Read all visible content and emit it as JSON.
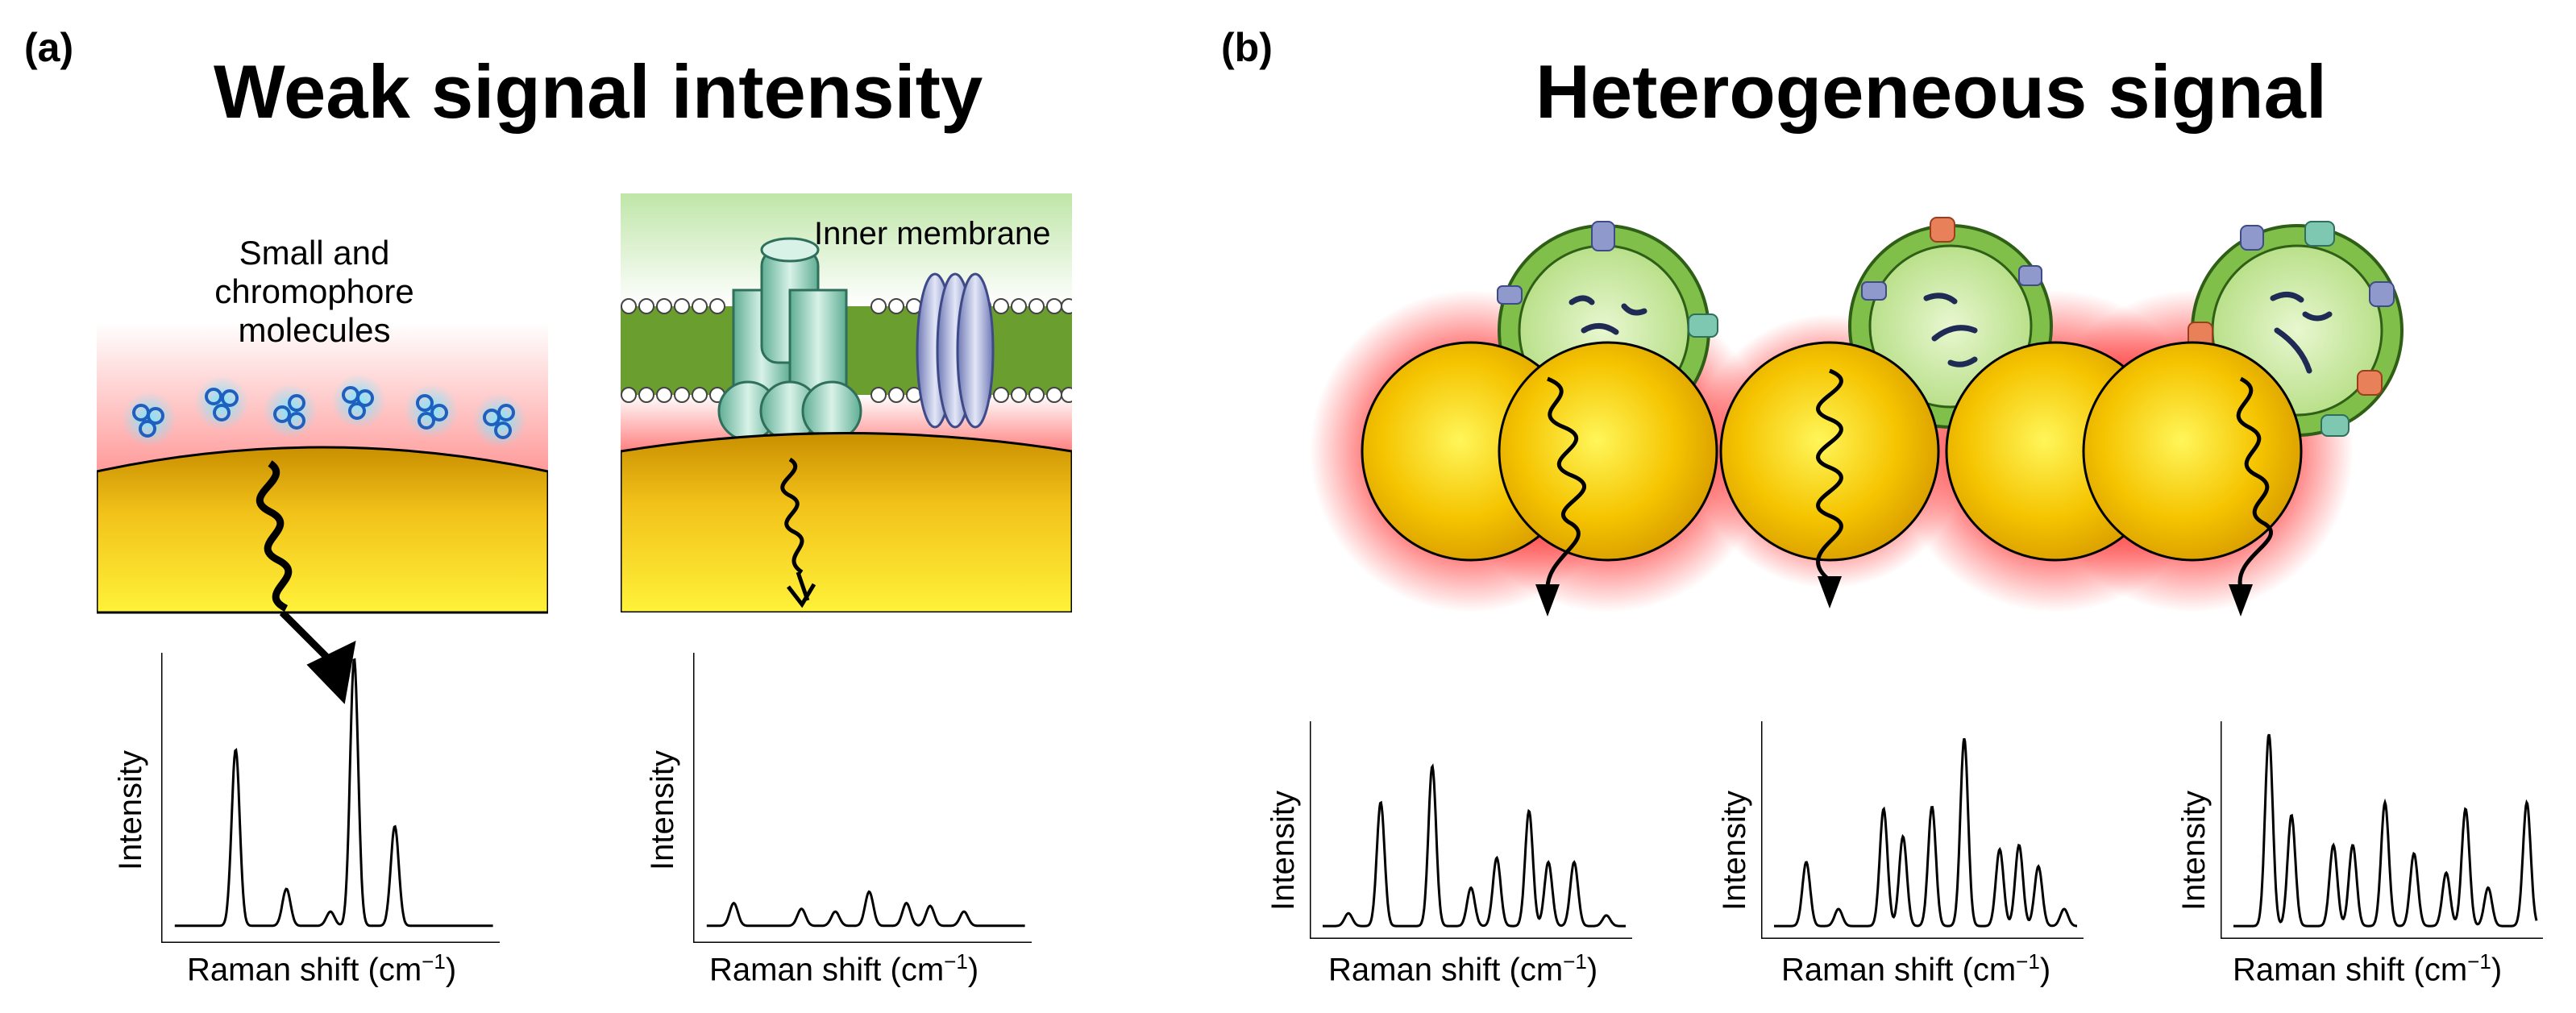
{
  "panel_a": {
    "label": "(a)",
    "title": "Weak signal intensity",
    "left_caption": [
      "Small and",
      "chromophore",
      "molecules"
    ],
    "right_caption": "Inner membrane"
  },
  "panel_b": {
    "label": "(b)",
    "title": "Heterogeneous signal"
  },
  "spectrum_axes": {
    "ylabel": "Intensity",
    "xlabel": "Raman shift (cm",
    "xlabel_sup": "−1",
    "xlabel_end": ")"
  },
  "colors": {
    "gold": "#f5c400",
    "gold_dark": "#c98f00",
    "red_glow": "#ff3b3b",
    "membrane_green": "#6a9e2e",
    "vesicle_green": "#b9e08a",
    "protein_teal": "#7ec7b0",
    "protein_blue": "#8f99cc",
    "protein_orange": "#e8805a",
    "molecule_blue": "#1e5fbf"
  },
  "chart_data": [
    {
      "type": "line",
      "id": "spectrum-a1",
      "peaks": [
        [
          0.22,
          0.62
        ],
        [
          0.37,
          0.13
        ],
        [
          0.5,
          0.05
        ],
        [
          0.57,
          0.94
        ],
        [
          0.69,
          0.35
        ]
      ],
      "ylabel": "Intensity",
      "xlabel": "Raman shift (cm−1)"
    },
    {
      "type": "line",
      "id": "spectrum-a2",
      "peaks": [
        [
          0.12,
          0.08
        ],
        [
          0.32,
          0.06
        ],
        [
          0.42,
          0.05
        ],
        [
          0.52,
          0.12
        ],
        [
          0.63,
          0.08
        ],
        [
          0.7,
          0.07
        ],
        [
          0.8,
          0.05
        ]
      ],
      "ylabel": "Intensity",
      "xlabel": "Raman shift (cm−1)"
    },
    {
      "type": "line",
      "id": "spectrum-b1",
      "peaks": [
        [
          0.12,
          0.06
        ],
        [
          0.22,
          0.58
        ],
        [
          0.38,
          0.75
        ],
        [
          0.5,
          0.18
        ],
        [
          0.58,
          0.32
        ],
        [
          0.68,
          0.54
        ],
        [
          0.74,
          0.3
        ],
        [
          0.82,
          0.3
        ],
        [
          0.92,
          0.05
        ]
      ],
      "ylabel": "Intensity",
      "xlabel": "Raman shift (cm−1)"
    },
    {
      "type": "line",
      "id": "spectrum-b2",
      "peaks": [
        [
          0.14,
          0.3
        ],
        [
          0.24,
          0.08
        ],
        [
          0.38,
          0.55
        ],
        [
          0.44,
          0.42
        ],
        [
          0.53,
          0.56
        ],
        [
          0.63,
          0.88
        ],
        [
          0.74,
          0.36
        ],
        [
          0.8,
          0.38
        ],
        [
          0.86,
          0.28
        ],
        [
          0.94,
          0.08
        ]
      ],
      "ylabel": "Intensity",
      "xlabel": "Raman shift (cm−1)"
    },
    {
      "type": "line",
      "id": "spectrum-b3",
      "peaks": [
        [
          0.15,
          0.9
        ],
        [
          0.22,
          0.52
        ],
        [
          0.35,
          0.38
        ],
        [
          0.41,
          0.38
        ],
        [
          0.51,
          0.58
        ],
        [
          0.6,
          0.34
        ],
        [
          0.7,
          0.25
        ],
        [
          0.76,
          0.55
        ],
        [
          0.83,
          0.18
        ],
        [
          0.95,
          0.58
        ]
      ],
      "ylabel": "Intensity",
      "xlabel": "Raman shift (cm−1)"
    }
  ]
}
